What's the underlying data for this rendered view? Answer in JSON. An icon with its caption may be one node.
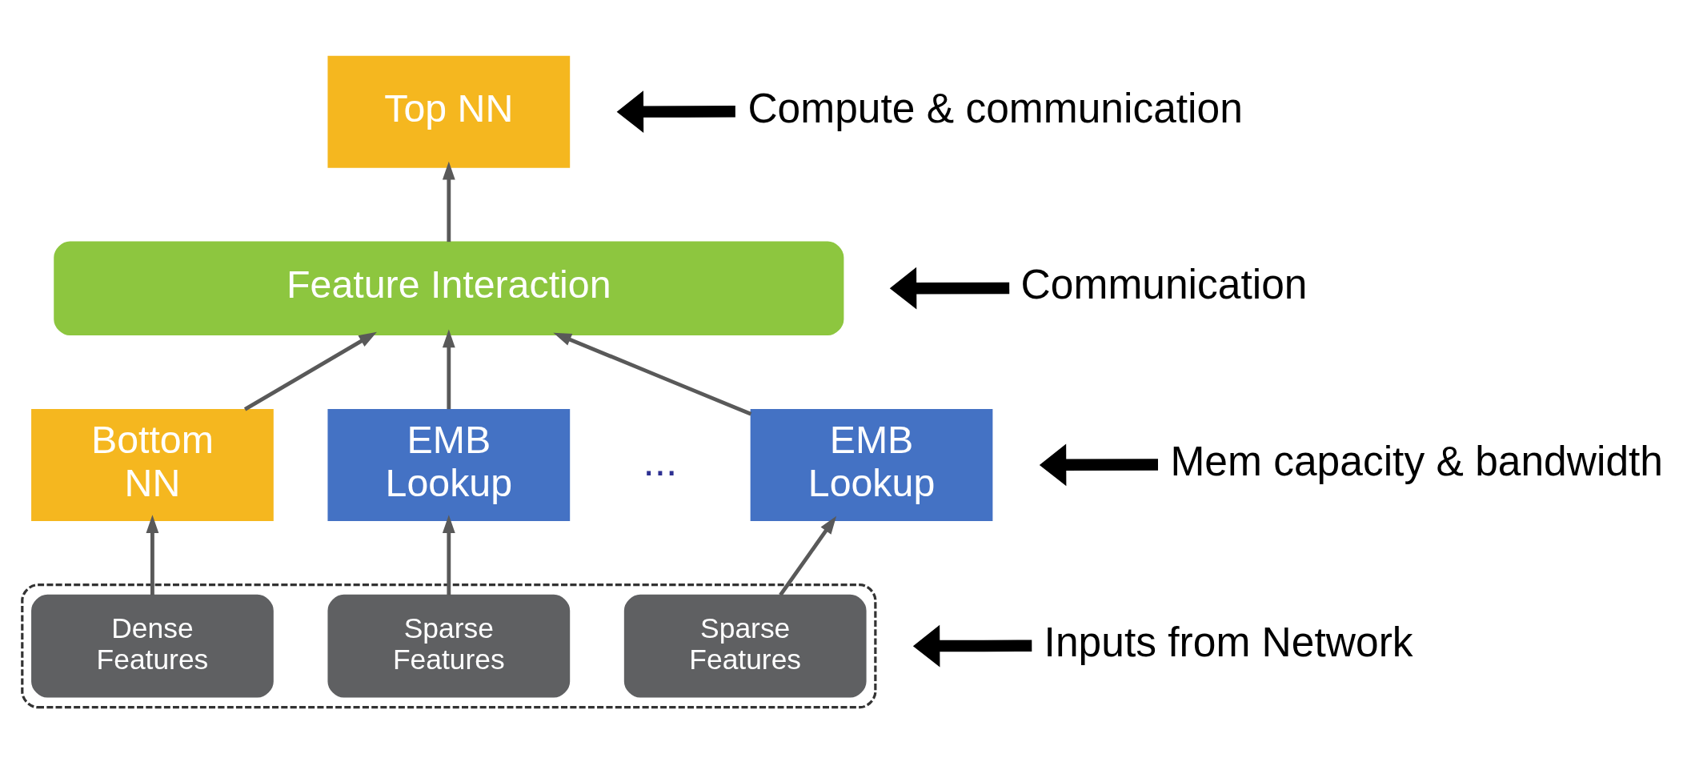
{
  "diagram": {
    "nodes": [
      {
        "text": [
          "Top NN"
        ]
      },
      {
        "text": [
          "Feature Interaction"
        ]
      },
      {
        "text": [
          "Bottom NN"
        ]
      },
      {
        "text": [
          "EMB Lookup"
        ]
      },
      {
        "text": [
          "EMB Lookup"
        ]
      },
      {
        "text": [],
        "shape": "box"
      },
      {
        "text": [
          "Dense Features"
        ],
        "in": 5
      },
      {
        "text": [
          "Sparse Features"
        ],
        "in": 5
      },
      {
        "text": [
          "Sparse Features"
        ],
        "in": 5
      },
      {
        "text": [
          "Compute & communication"
        ]
      },
      {
        "text": [
          "Communication"
        ]
      },
      {
        "text": [
          "Mem capacity & bandwidth"
        ]
      },
      {
        "text": [
          "Inputs from Network"
        ]
      }
    ],
    "edges": [
      {
        "from": 1,
        "to": 0,
        "arrow": "to"
      },
      {
        "from": 2,
        "to": 1,
        "arrow": "to"
      },
      {
        "from": 3,
        "to": 1,
        "arrow": "to"
      },
      {
        "from": 4,
        "to": 1,
        "arrow": "to"
      },
      {
        "from": 6,
        "to": 2,
        "arrow": "to"
      },
      {
        "from": 7,
        "to": 3,
        "arrow": "to"
      },
      {
        "from": 8,
        "to": 4,
        "arrow": "to"
      },
      {
        "from": 9,
        "to": null,
        "arrow": "to",
        "style": "thick",
        "color": "#000000"
      },
      {
        "from": 10,
        "to": null,
        "arrow": "to",
        "style": "thick",
        "color": "#000000"
      },
      {
        "from": 11,
        "to": null,
        "arrow": "to",
        "style": "thick",
        "color": "#000000"
      },
      {
        "from": 12,
        "to": null,
        "arrow": "to",
        "style": "thick",
        "color": "#000000"
      }
    ],
    "labels": [
      "..."
    ]
  }
}
